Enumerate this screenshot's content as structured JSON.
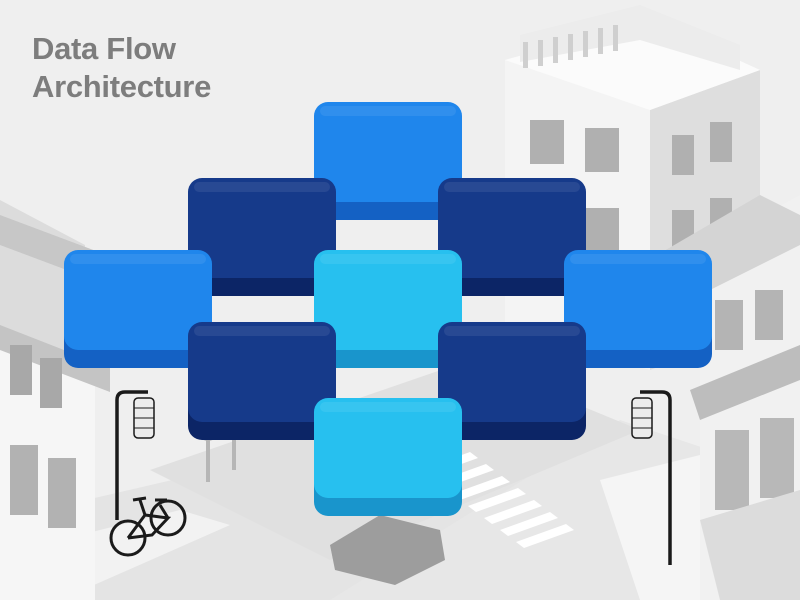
{
  "title": {
    "line1": "Data Flow",
    "line2": "Architecture"
  },
  "colors": {
    "background": "#efefef",
    "street": "#e2e2e2",
    "building_light": "#f7f7f7",
    "building_mid": "#d9d9d9",
    "building_dark": "#b5b5b5",
    "window": "#a9a9a9",
    "title_text": "#7d7d7d",
    "arrow": "#29c6ee",
    "node_navy_top": "#163a8a",
    "node_navy_side": "#0c2566",
    "node_blue_top": "#1f86ec",
    "node_blue_side": "#1461c4",
    "node_cyan_top": "#27c0ef",
    "node_cyan_side": "#1995cc",
    "lamp": "#1a1a1a"
  },
  "nodes": [
    {
      "id": "n1",
      "tone": "blue"
    },
    {
      "id": "n2",
      "tone": "navy"
    },
    {
      "id": "n3",
      "tone": "navy"
    },
    {
      "id": "n4",
      "tone": "blue"
    },
    {
      "id": "n5",
      "tone": "cyan"
    },
    {
      "id": "n6",
      "tone": "blue"
    },
    {
      "id": "n7",
      "tone": "navy"
    },
    {
      "id": "n8",
      "tone": "navy"
    },
    {
      "id": "n9",
      "tone": "cyan"
    }
  ],
  "edges": [
    {
      "from": "n2",
      "to": "n1"
    },
    {
      "from": "n2",
      "to": "n5"
    },
    {
      "from": "n5",
      "to": "n3"
    },
    {
      "from": "n3",
      "to": "n6"
    },
    {
      "from": "n4",
      "to": "n7"
    },
    {
      "from": "n7",
      "to": "n5"
    },
    {
      "from": "n7",
      "to": "n9"
    },
    {
      "from": "n5",
      "to": "n8"
    },
    {
      "from": "n9",
      "to": "n8"
    },
    {
      "from": "n8",
      "to": "n6"
    }
  ]
}
